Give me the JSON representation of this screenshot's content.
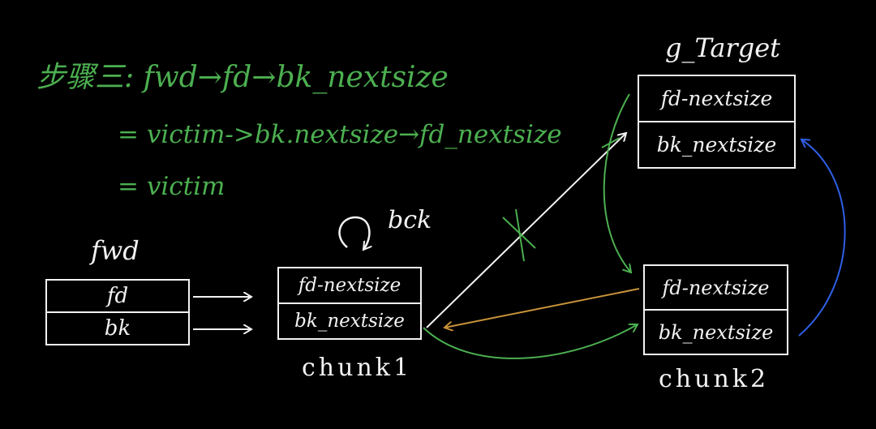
{
  "colors": {
    "background": "#000000",
    "ink": "#f2f2f2",
    "green": "#4caf50",
    "orange": "#c8923a",
    "blue": "#2f5fe6"
  },
  "notes": {
    "line1": "步骤三: fwd→fd→bk_nextsize",
    "line2": "= victim->bk.nextsize→fd_nextsize",
    "line3": "= victim"
  },
  "fwd": {
    "label": "fwd",
    "fields": [
      "fd",
      "bk"
    ]
  },
  "bck": {
    "label": "bck"
  },
  "chunk1": {
    "label": "chunk1",
    "fields": [
      "fd-nextsize",
      "bk_nextsize"
    ]
  },
  "chunk2": {
    "label": "chunk2",
    "fields": [
      "fd-nextsize",
      "bk_nextsize"
    ]
  },
  "target": {
    "label": "g_Target",
    "fields": [
      "fd-nextsize",
      "bk_nextsize"
    ]
  }
}
